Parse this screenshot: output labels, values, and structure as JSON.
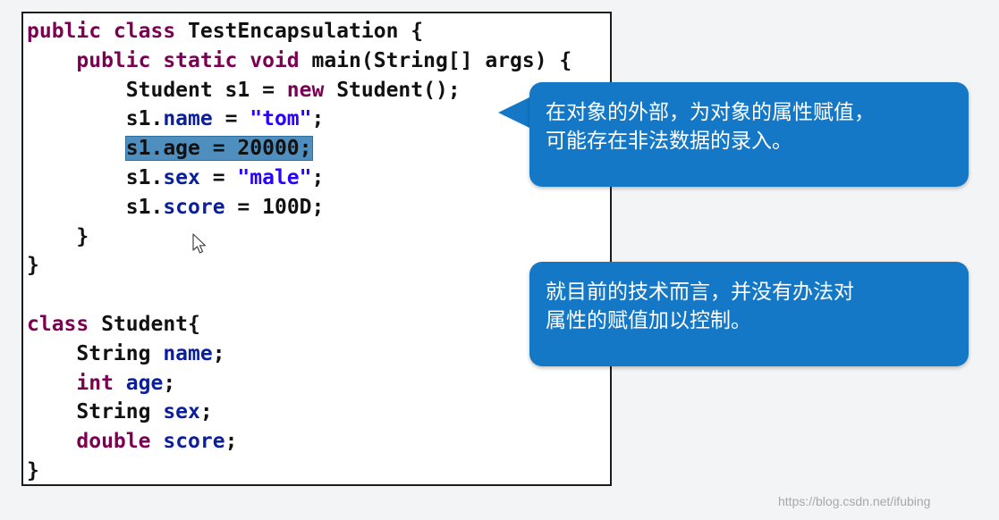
{
  "code_lines": [
    [
      {
        "t": "public class",
        "c": "kw"
      },
      {
        "t": " TestEncapsulation {",
        "c": "pl"
      }
    ],
    [
      {
        "t": "    ",
        "c": "pl"
      },
      {
        "t": "public static void",
        "c": "kw"
      },
      {
        "t": " main(String[] args) {",
        "c": "pl"
      }
    ],
    [
      {
        "t": "        Student s1 = ",
        "c": "pl"
      },
      {
        "t": "new",
        "c": "kw"
      },
      {
        "t": " Student();",
        "c": "pl"
      }
    ],
    [
      {
        "t": "        s1.",
        "c": "pl"
      },
      {
        "t": "name",
        "c": "fd"
      },
      {
        "t": " = ",
        "c": "pl"
      },
      {
        "t": "\"tom\"",
        "c": "st"
      },
      {
        "t": ";",
        "c": "pl"
      }
    ],
    [
      {
        "t": "        ",
        "c": "pl"
      },
      {
        "t": "s1.age = 20000;",
        "c": "hl"
      }
    ],
    [
      {
        "t": "        s1.",
        "c": "pl"
      },
      {
        "t": "sex",
        "c": "fd"
      },
      {
        "t": " = ",
        "c": "pl"
      },
      {
        "t": "\"male\"",
        "c": "st"
      },
      {
        "t": ";",
        "c": "pl"
      }
    ],
    [
      {
        "t": "        s1.",
        "c": "pl"
      },
      {
        "t": "score",
        "c": "fd"
      },
      {
        "t": " = 100D;",
        "c": "pl"
      }
    ],
    [
      {
        "t": "    }",
        "c": "pl"
      }
    ],
    [
      {
        "t": "}",
        "c": "pl"
      }
    ],
    [
      {
        "t": "",
        "c": "pl"
      }
    ],
    [
      {
        "t": "class",
        "c": "kw"
      },
      {
        "t": " Student{",
        "c": "pl"
      }
    ],
    [
      {
        "t": "    String ",
        "c": "pl"
      },
      {
        "t": "name",
        "c": "fd"
      },
      {
        "t": ";",
        "c": "pl"
      }
    ],
    [
      {
        "t": "    ",
        "c": "pl"
      },
      {
        "t": "int",
        "c": "kw"
      },
      {
        "t": " ",
        "c": "pl"
      },
      {
        "t": "age",
        "c": "fd"
      },
      {
        "t": ";",
        "c": "pl"
      }
    ],
    [
      {
        "t": "    String ",
        "c": "pl"
      },
      {
        "t": "sex",
        "c": "fd"
      },
      {
        "t": ";",
        "c": "pl"
      }
    ],
    [
      {
        "t": "    ",
        "c": "pl"
      },
      {
        "t": "double",
        "c": "kw"
      },
      {
        "t": " ",
        "c": "pl"
      },
      {
        "t": "score",
        "c": "fd"
      },
      {
        "t": ";",
        "c": "pl"
      }
    ],
    [
      {
        "t": "}",
        "c": "pl"
      }
    ]
  ],
  "callout1": {
    "line1": "在对象的外部，为对象的属性赋值，",
    "line2": "可能存在非法数据的录入。"
  },
  "callout2": {
    "line1": "就目前的技术而言，并没有办法对",
    "line2": "属性的赋值加以控制。"
  },
  "watermark": "https://blog.csdn.net/ifubing",
  "colors": {
    "keyword": "#7b0052",
    "field": "#0b1f9c",
    "string": "#2a00ff",
    "highlight": "#4f8fbf",
    "callout": "#1478c6"
  },
  "icons": {
    "cursor": "mouse-pointer-icon"
  }
}
